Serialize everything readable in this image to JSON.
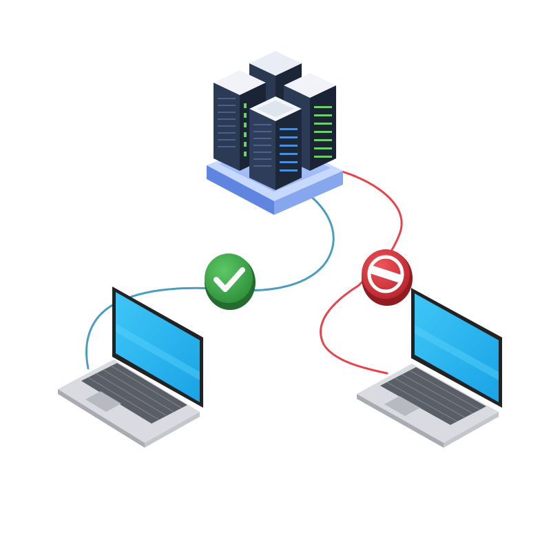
{
  "diagram": {
    "nodes": {
      "server": {
        "kind": "server-cluster",
        "icon": "server-rack-icon"
      },
      "laptop_left": {
        "kind": "laptop",
        "icon": "laptop-icon"
      },
      "laptop_right": {
        "kind": "laptop",
        "icon": "laptop-icon"
      }
    },
    "connections": [
      {
        "from": "server",
        "to": "laptop_left",
        "status": "allowed",
        "badge_icon": "checkmark-icon"
      },
      {
        "from": "server",
        "to": "laptop_right",
        "status": "blocked",
        "badge_icon": "no-entry-icon"
      }
    ]
  },
  "colors": {
    "allowed_cable": "#4a9dc0",
    "blocked_cable": "#e8434a",
    "allowed_badge": "#3aa64a",
    "blocked_badge": "#d93238",
    "screen": "#2fb6f0",
    "server_body": "#1e2a3e",
    "server_lights": "#6fd06a",
    "server_base": "#7fa8f0"
  }
}
